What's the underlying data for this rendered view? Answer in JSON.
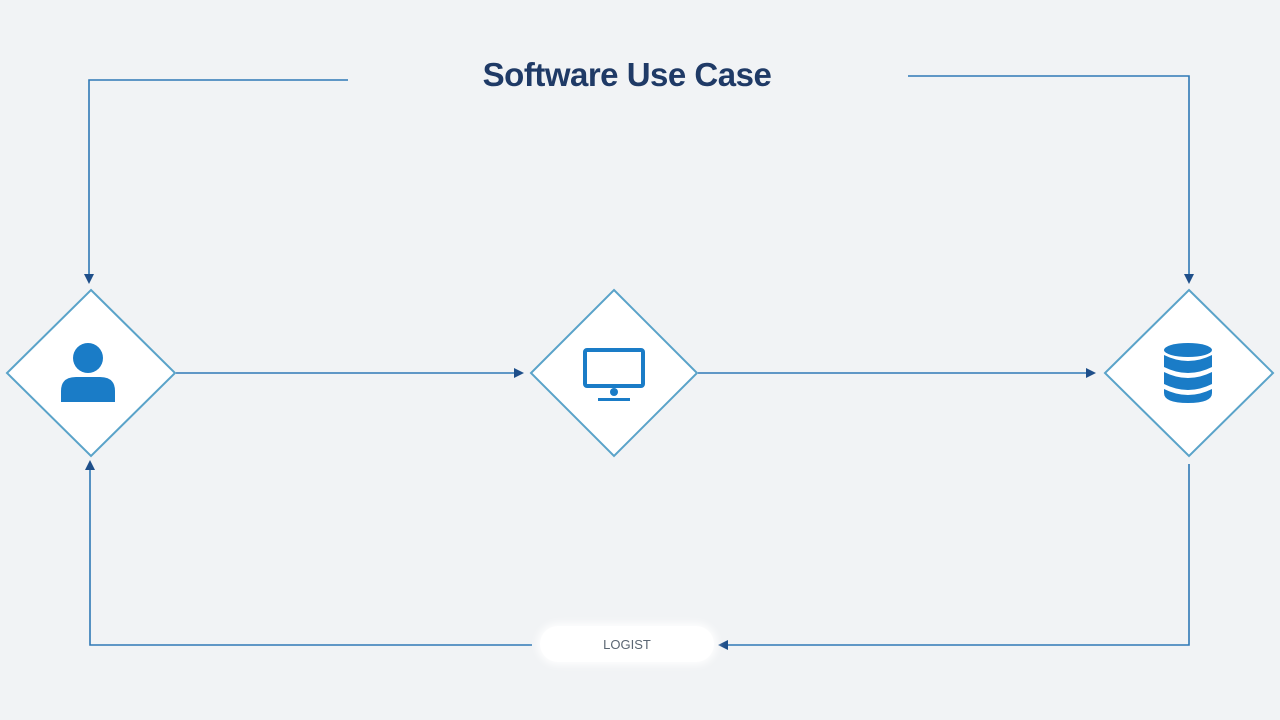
{
  "diagram": {
    "title": "Software Use Case",
    "bottom_label": "LOGIST",
    "nodes": [
      {
        "id": "user",
        "icon": "user-icon"
      },
      {
        "id": "system",
        "icon": "monitor-icon"
      },
      {
        "id": "database",
        "icon": "database-icon"
      }
    ],
    "edges": [
      {
        "from": "top-left-line",
        "to": "user"
      },
      {
        "from": "top-right-line",
        "to": "database"
      },
      {
        "from": "user",
        "to": "system"
      },
      {
        "from": "system",
        "to": "database"
      },
      {
        "from": "database",
        "to": "bottom-label"
      },
      {
        "from": "bottom-label",
        "to": "user"
      }
    ]
  },
  "colors": {
    "background": "#f1f3f5",
    "line": "#2f79b6",
    "diamond_stroke": "#5aa3c9",
    "icon": "#1a7cc7",
    "title": "#1f3a66"
  }
}
